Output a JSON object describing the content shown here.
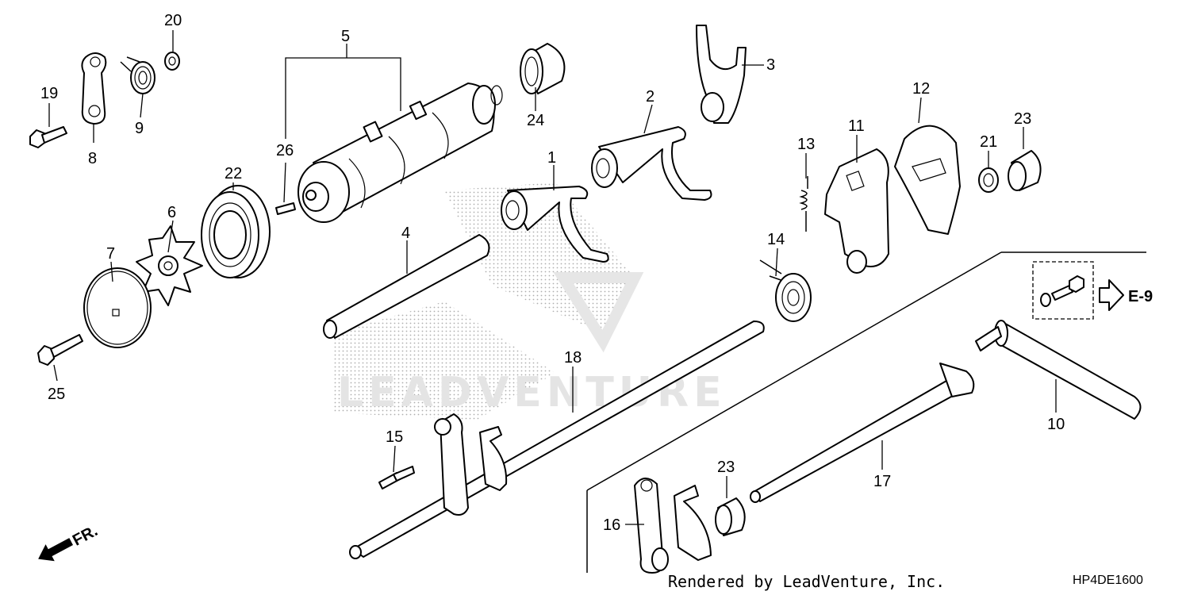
{
  "callouts": [
    "1",
    "2",
    "3",
    "4",
    "5",
    "6",
    "7",
    "8",
    "9",
    "10",
    "11",
    "12",
    "13",
    "14",
    "15",
    "16",
    "17",
    "18",
    "19",
    "20",
    "21",
    "22",
    "23",
    "23",
    "24",
    "25",
    "26"
  ],
  "reference": {
    "arrow_label": "E-9"
  },
  "front_marker": "FR.",
  "footer": {
    "credit": "Rendered by LeadVenture, Inc.",
    "code": "HP4DE1600"
  },
  "watermark": "LEADVENTURE",
  "icons": [
    "front-direction-arrow-icon",
    "reference-arrow-icon"
  ],
  "colors": {
    "line": "#000000",
    "background": "#ffffff",
    "watermark": "#e4e4e4"
  }
}
